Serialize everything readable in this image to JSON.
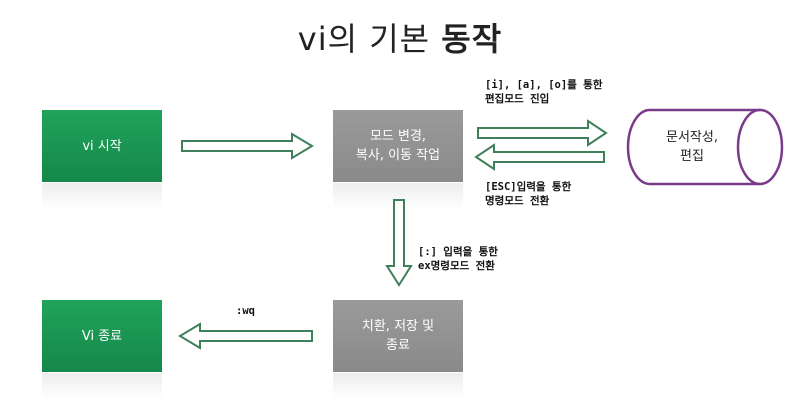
{
  "title": {
    "prefix": "vi의 기본 ",
    "bold": "동작"
  },
  "nodes": {
    "start": "vi 시작",
    "edit_mode": [
      "모드 변경,",
      "복사, 이동 작업"
    ],
    "document": [
      "문서작성,",
      "편집"
    ],
    "replace_save": [
      "치환, 저장 및",
      "종료"
    ],
    "end": "Vi 종료"
  },
  "edges": {
    "to_insert": [
      "[i], [a], [o]를 통한",
      "편집모드 진입"
    ],
    "esc": [
      "[ESC]입력을 통한",
      "명령모드 전환"
    ],
    "colon": [
      "[:] 입력을 통한",
      "ex명령모드 전환"
    ],
    "wq": ":wq"
  },
  "colors": {
    "green_box": "#1a9a52",
    "gray_box": "#959595",
    "arrow_outline": "#3f7f5a",
    "cylinder_outline": "#7a3a8a"
  }
}
